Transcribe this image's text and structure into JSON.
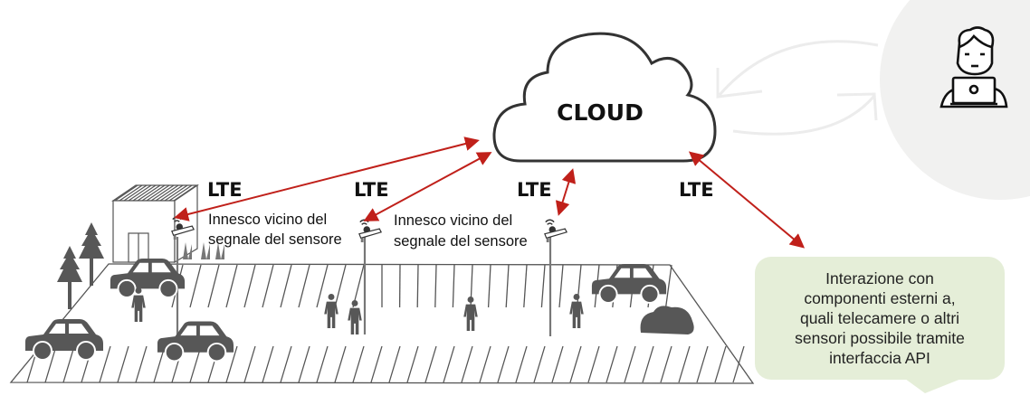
{
  "cloud": {
    "label": "CLOUD"
  },
  "links": [
    {
      "label": "LTE"
    },
    {
      "label": "LTE"
    },
    {
      "label": "LTE"
    },
    {
      "label": "LTE"
    }
  ],
  "notes": [
    {
      "line1": "Innesco vicino del",
      "line2": "segnale del sensore"
    },
    {
      "line1": "Innesco vicino del",
      "line2": "segnale del sensore"
    }
  ],
  "api_bubble": {
    "lines": [
      "Interazione con",
      "componenti esterni a,",
      "quali telecamere o altri",
      "sensori possibile tramite",
      "interfaccia API"
    ]
  },
  "colors": {
    "arrow": "#c0201a",
    "icon": "#575757",
    "bubble": "#e5eed8",
    "user_circle": "#f1f1f0"
  },
  "icons": {
    "user": "user-laptop-icon",
    "sensor": "sensor-camera-icon",
    "car": "car-icon",
    "person": "person-icon",
    "tree": "tree-icon",
    "building": "building-icon"
  }
}
